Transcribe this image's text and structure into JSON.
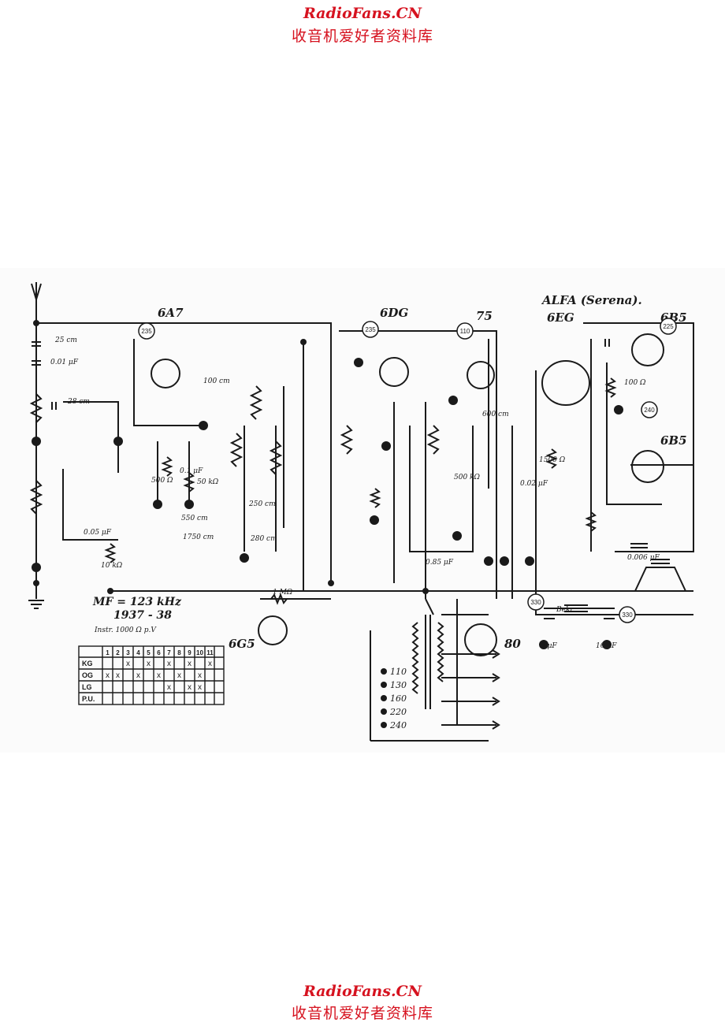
{
  "watermark": {
    "site": "RadioFans.CN",
    "subtitle": "收音机爱好者资料库"
  },
  "schematic": {
    "brand": "ALFA (Serena).",
    "tubes": [
      "6A7",
      "6DG",
      "75",
      "6EG",
      "6B5",
      "6B5",
      "6G5",
      "80"
    ],
    "info": {
      "if": "MF = 123 kHz",
      "year": "1937 - 38",
      "instrument": "Instr. 1000 Ω p.V"
    },
    "mains_taps": [
      "110",
      "130",
      "160",
      "220",
      "240"
    ],
    "voltages": [
      "235",
      "235",
      "110",
      "225",
      "240",
      "330",
      "330"
    ],
    "components": [
      "25 cm",
      "0.01 μF",
      "28 cm",
      "500 Ω",
      "0.1 μF",
      "50 kΩ",
      "100 cm",
      "250 cm",
      "280 cm",
      "550 cm",
      "1750 cm",
      "0.05 μF",
      "10 kΩ",
      "1 MΩ",
      "500 kΩ",
      "600 cm",
      "0.02 μF",
      "0.85 μF",
      "1500 Ω",
      "100 Ω",
      "8 μF",
      "16 μF",
      "0.006 μF",
      "Bekr"
    ],
    "switch_table": {
      "columns": [
        "",
        "1",
        "2",
        "3",
        "4",
        "5",
        "6",
        "7",
        "8",
        "9",
        "10",
        "11"
      ],
      "rows": [
        {
          "label": "KG",
          "cells": [
            "",
            "",
            "x",
            "",
            "x",
            "",
            "x",
            "",
            "x",
            "",
            "x"
          ]
        },
        {
          "label": "OG",
          "cells": [
            "x",
            "x",
            "",
            "x",
            "",
            "x",
            "",
            "x",
            "",
            "x",
            ""
          ]
        },
        {
          "label": "LG",
          "cells": [
            "",
            "",
            "",
            "",
            "",
            "",
            "x",
            "",
            "x",
            "x",
            ""
          ]
        },
        {
          "label": "P.U.",
          "cells": [
            "",
            "",
            "",
            "",
            "",
            "",
            "",
            "",
            "",
            "",
            ""
          ]
        }
      ]
    }
  }
}
